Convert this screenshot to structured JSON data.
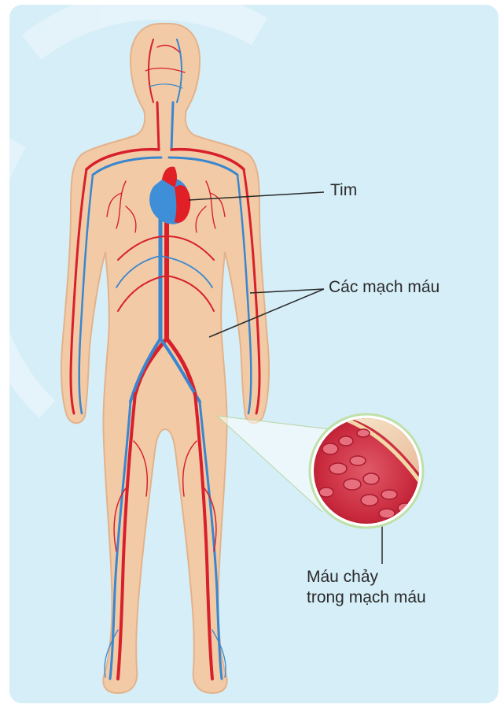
{
  "labels": {
    "heart": "Tim",
    "vessels": "Các mạch máu",
    "blood_flow_line1": "Máu chảy",
    "blood_flow_line2": "trong mạch máu"
  },
  "colors": {
    "background_panel": "#d6eef8",
    "skin": "#f2cba6",
    "artery": "#d8202b",
    "vein": "#3a86cf",
    "heart_blue": "#3f8ed8",
    "heart_red": "#e01f26",
    "leader_line": "#2a2a2a",
    "text": "#2a2a2a"
  },
  "icons": {
    "figure": "human-circulatory-system-illustration",
    "magnifier": "blood-vessel-closeup-icon"
  }
}
